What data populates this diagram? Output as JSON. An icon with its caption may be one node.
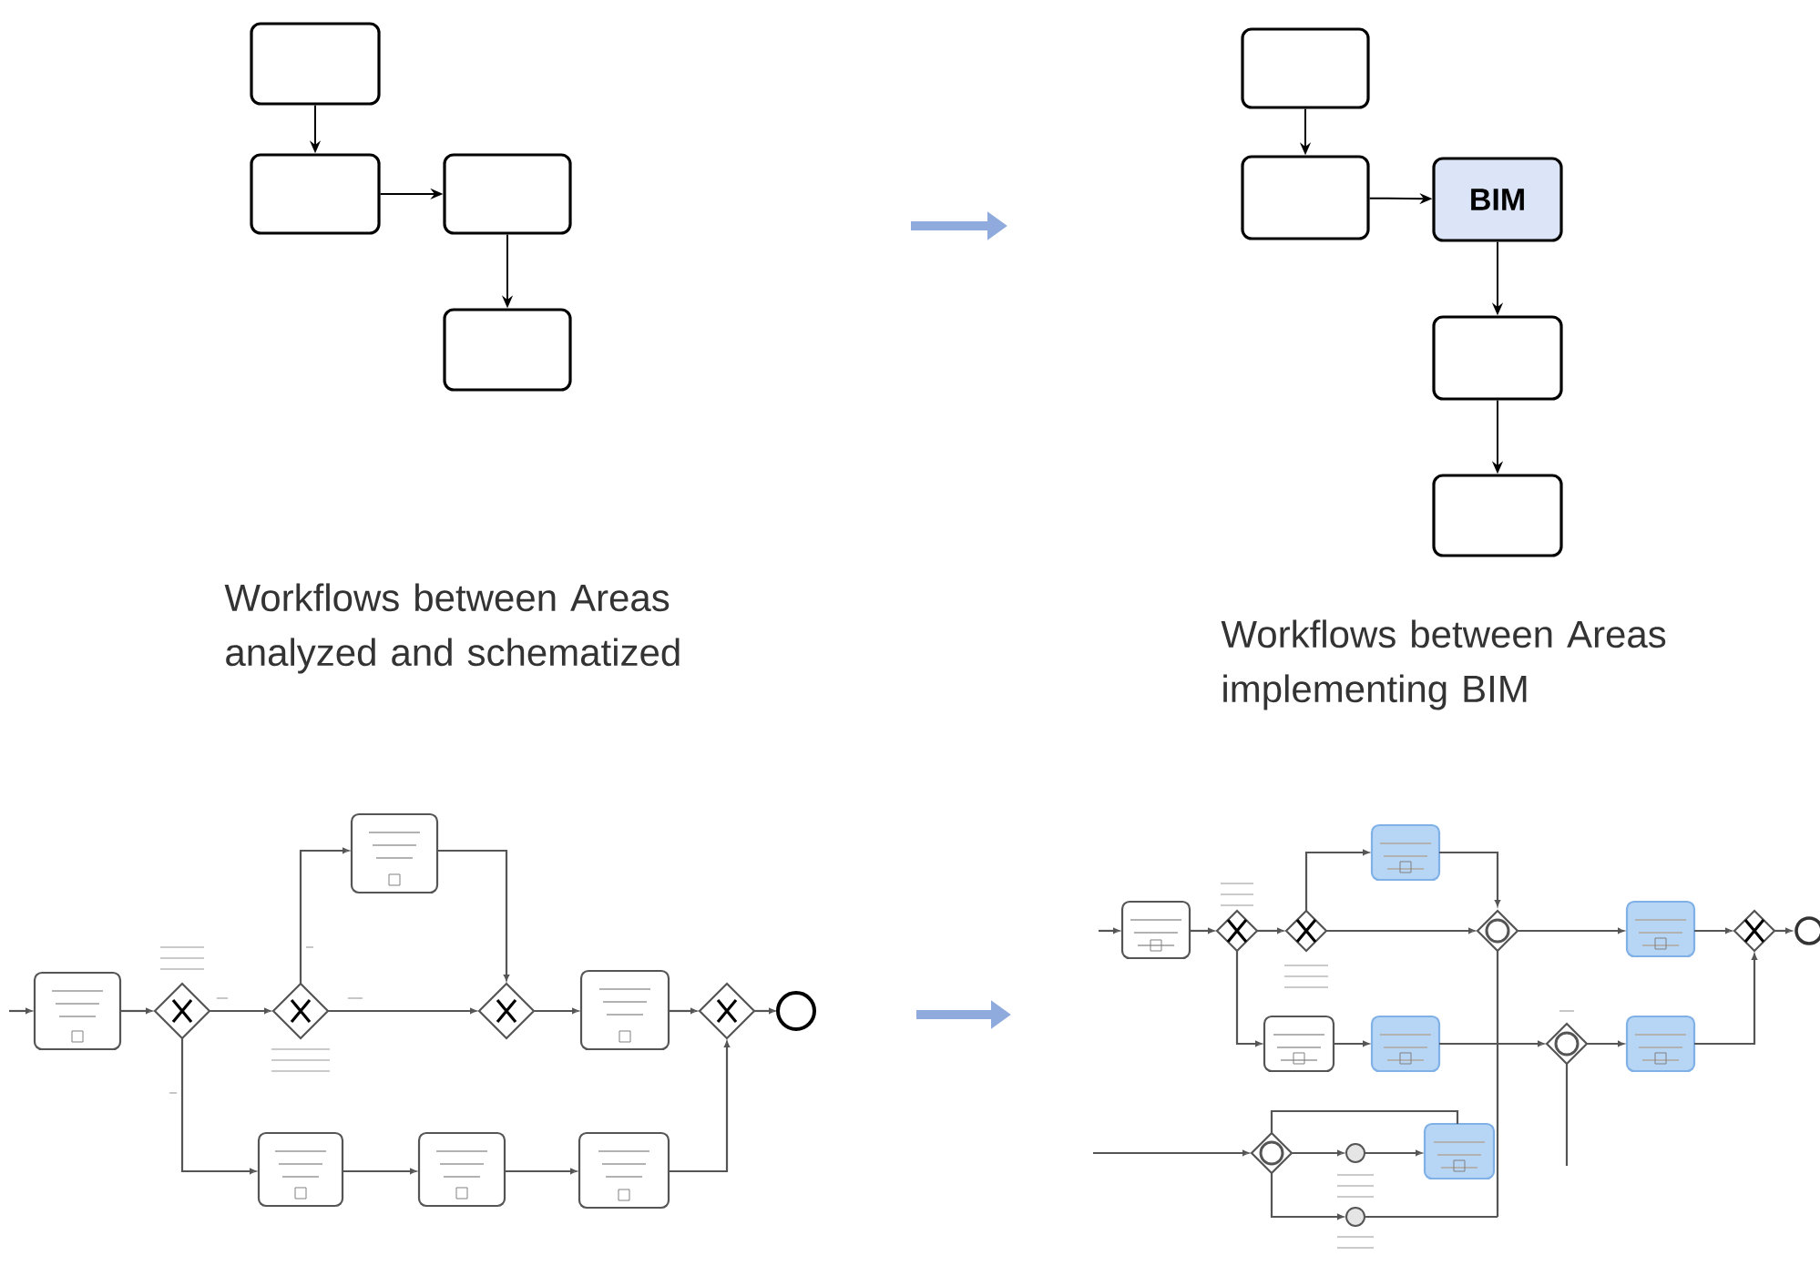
{
  "diagram": {
    "nodes": [
      {
        "text": [],
        "shape": "box"
      },
      {
        "text": [],
        "shape": "box"
      },
      {
        "text": [],
        "shape": "box"
      },
      {
        "text": [],
        "shape": "box"
      },
      {
        "text": [],
        "shape": "box"
      },
      {
        "text": [],
        "shape": "box"
      },
      {
        "text": [
          "BIM"
        ]
      },
      {
        "text": [],
        "shape": "box"
      },
      {
        "text": [],
        "shape": "box"
      }
    ],
    "edges": [
      {
        "from": 0,
        "to": 1,
        "arrow": "to"
      },
      {
        "from": 1,
        "to": 2,
        "arrow": "to"
      },
      {
        "from": 2,
        "to": 3,
        "arrow": "to"
      },
      {
        "from": 4,
        "to": 5,
        "arrow": "to"
      },
      {
        "from": 5,
        "to": 6,
        "arrow": "to"
      },
      {
        "from": 6,
        "to": 7,
        "arrow": "to"
      },
      {
        "from": 7,
        "to": 8,
        "arrow": "to"
      }
    ],
    "labels": [
      "Workflows between Areas analyzed and schematized",
      "Workflows between Areas implementing BIM"
    ]
  }
}
